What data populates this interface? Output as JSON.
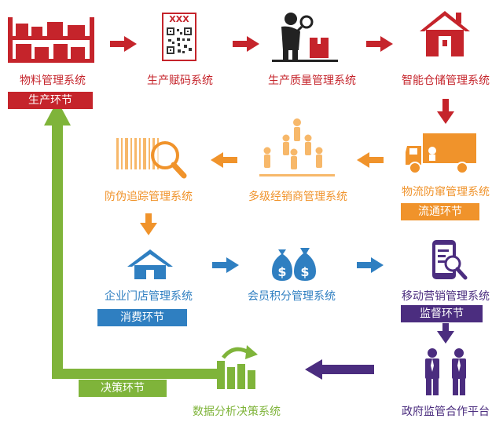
{
  "nodes": {
    "material": "物料管理系统",
    "coding": "生产赋码系统",
    "quality": "生产质量管理系统",
    "warehouse": "智能仓储管理系统",
    "logistics": "物流防窜管理系统",
    "dealer": "多级经销商管理系统",
    "trace": "防伪追踪管理系统",
    "store": "企业门店管理系统",
    "member": "会员积分管理系统",
    "mobile": "移动营销管理系统",
    "gov": "政府监管合作平台",
    "analysis": "数据分析决策系统"
  },
  "stages": {
    "production": "生产环节",
    "circulation": "流通环节",
    "consumption": "消费环节",
    "supervision": "监督环节",
    "decision": "决策环节"
  },
  "qr_label": "XXX",
  "colors": {
    "red": "#c5242b",
    "orange": "#f0932b",
    "blue": "#2f7fc1",
    "purple": "#4b2d7f",
    "green": "#7fb43a"
  }
}
